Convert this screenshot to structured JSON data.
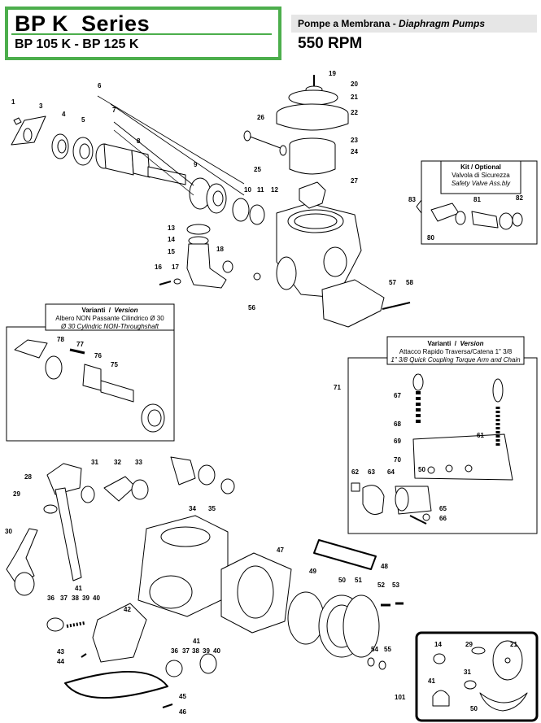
{
  "header": {
    "series_title": "BP K  Series",
    "models": "BP 105 K - BP 125 K",
    "pump_type_it": "Pompe a Membrana - ",
    "pump_type_en": "Diaphragm Pumps",
    "speed": "550 RPM"
  },
  "kit_optional": {
    "heading_it": "Kit",
    "sep": " / ",
    "heading_en": "Optional",
    "desc_it": "Valvola di Sicurezza",
    "desc_en": "Safety Valve Ass.bly"
  },
  "variant_shaft": {
    "heading_it": "Varianti",
    "sep": "  /  ",
    "heading_en": "Version",
    "desc_it": "Albero NON Passante Cilindrico Ø 30",
    "desc_en": "Ø 30 Cylindric NON-Throughshaft"
  },
  "variant_coupling": {
    "heading_it": "Varianti",
    "sep": "  /  ",
    "heading_en": "Version",
    "desc_it": "Attacco Rapido Traversa/Catena 1\" 3/8",
    "desc_en": "1\" 3/8 Quick Coupling Torque Arm and Chain"
  },
  "callouts": [
    "1",
    "3",
    "4",
    "5",
    "6",
    "7",
    "8",
    "9",
    "10",
    "11",
    "12",
    "13",
    "14",
    "15",
    "16",
    "17",
    "18",
    "19",
    "20",
    "21",
    "22",
    "23",
    "24",
    "25",
    "26",
    "27",
    "28",
    "29",
    "30",
    "31",
    "32",
    "33",
    "34",
    "35",
    "36",
    "37",
    "38",
    "39",
    "40",
    "41",
    "42",
    "43",
    "44",
    "45",
    "46",
    "47",
    "48",
    "49",
    "50",
    "51",
    "52",
    "53",
    "54",
    "55",
    "56",
    "57",
    "58",
    "61",
    "62",
    "63",
    "64",
    "65",
    "66",
    "67",
    "68",
    "69",
    "70",
    "71",
    "75",
    "76",
    "77",
    "78",
    "80",
    "81",
    "82",
    "83",
    "101"
  ],
  "repeat_labels": {
    "set_36_40": [
      "36",
      "37",
      "38",
      "39",
      "40"
    ],
    "label_41": "41",
    "kit_101": [
      "14",
      "29",
      "21",
      "31",
      "41",
      "50"
    ],
    "label_50_coupling": "50"
  }
}
